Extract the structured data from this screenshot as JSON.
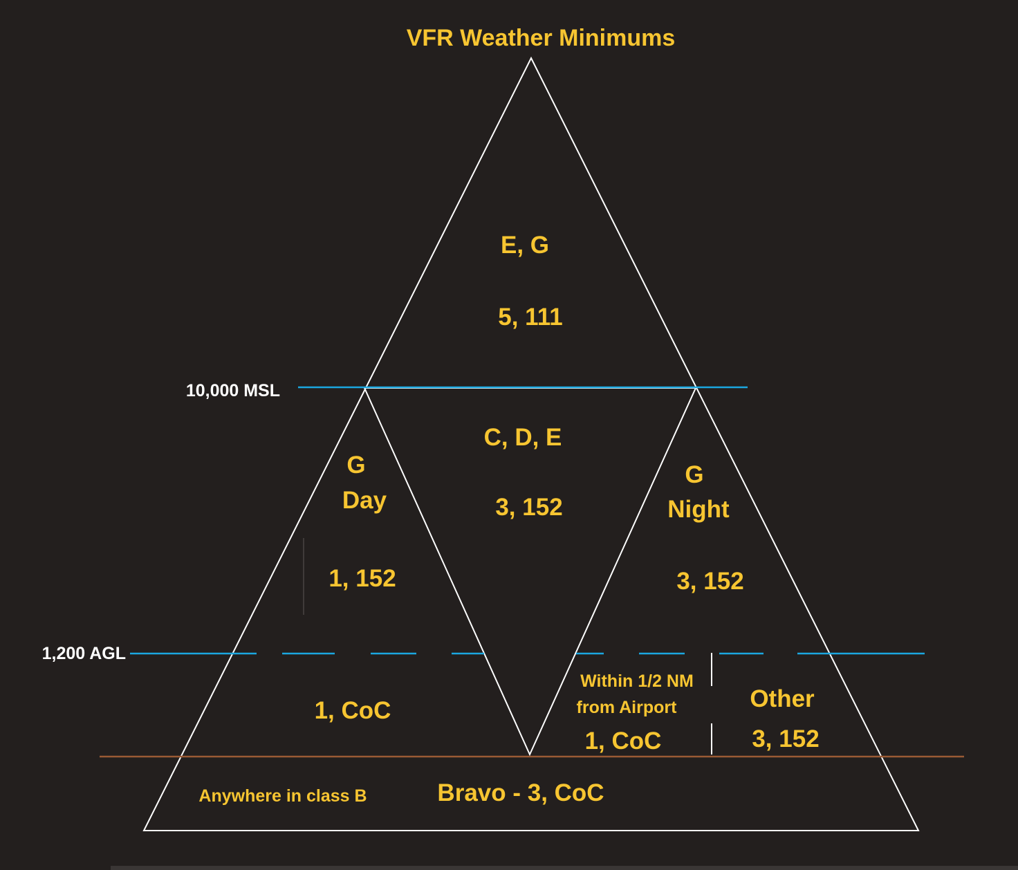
{
  "title": "VFR Weather Minimums",
  "altitudes": {
    "msl": "10,000 MSL",
    "agl": "1,200 AGL"
  },
  "regions": {
    "top": {
      "classes": "E, G",
      "minimums": "5, 111"
    },
    "middle": {
      "classes": "C, D, E",
      "minimums": "3, 152"
    },
    "g_day": {
      "class": "G",
      "period": "Day",
      "minimums": "1, 152",
      "low_minimums": "1, CoC"
    },
    "g_night": {
      "class": "G",
      "period": "Night",
      "minimums": "3, 152",
      "near_airport_line1": "Within 1/2 NM",
      "near_airport_line2": "from Airport",
      "near_airport_minimums": "1, CoC",
      "other_label": "Other",
      "other_minimums": "3, 152"
    },
    "bravo": {
      "scope": "Anywhere in class B",
      "minimums": "Bravo - 3, CoC"
    }
  },
  "colors": {
    "background": "#231f1e",
    "label": "#f7c531",
    "outline": "#ffffff",
    "altitude_line": "#1ba7e0",
    "class_b_line": "#9a5a34"
  }
}
